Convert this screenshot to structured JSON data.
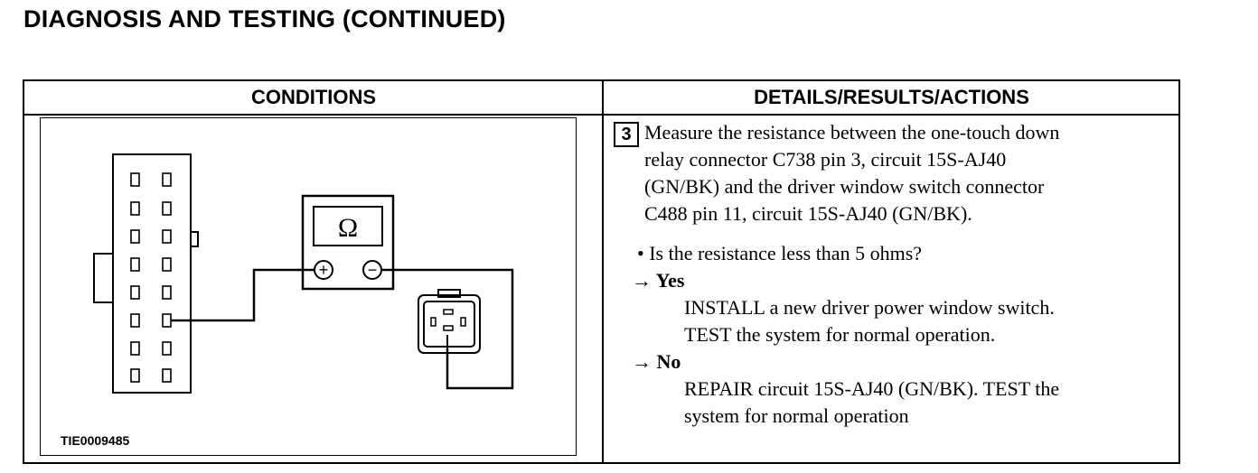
{
  "page": {
    "title": "DIAGNOSIS AND TESTING (CONTINUED)"
  },
  "table": {
    "headers": {
      "conditions": "CONDITIONS",
      "details": "DETAILS/RESULTS/ACTIONS"
    },
    "figure": {
      "code": "TIE0009485",
      "meter_symbol": "Ω",
      "positive_terminal": "+",
      "negative_terminal": "−",
      "icons": [
        "connector-c738",
        "ohmmeter",
        "connector-c488"
      ]
    },
    "step": {
      "number": "3",
      "lines": [
        "Measure the resistance between the one-touch down",
        "relay connector C738 pin 3, circuit 15S-AJ40",
        "(GN/BK) and the driver window switch connector",
        "C488 pin 11, circuit 15S-AJ40 (GN/BK)."
      ],
      "question": "• Is the resistance less than 5 ohms?",
      "yes": {
        "label": "→ Yes",
        "actions": [
          "INSTALL a new driver power window switch.",
          "TEST the system for normal operation."
        ]
      },
      "no": {
        "label": "→ No",
        "actions": [
          "REPAIR circuit 15S-AJ40 (GN/BK). TEST the",
          "system for normal operation"
        ]
      }
    }
  }
}
